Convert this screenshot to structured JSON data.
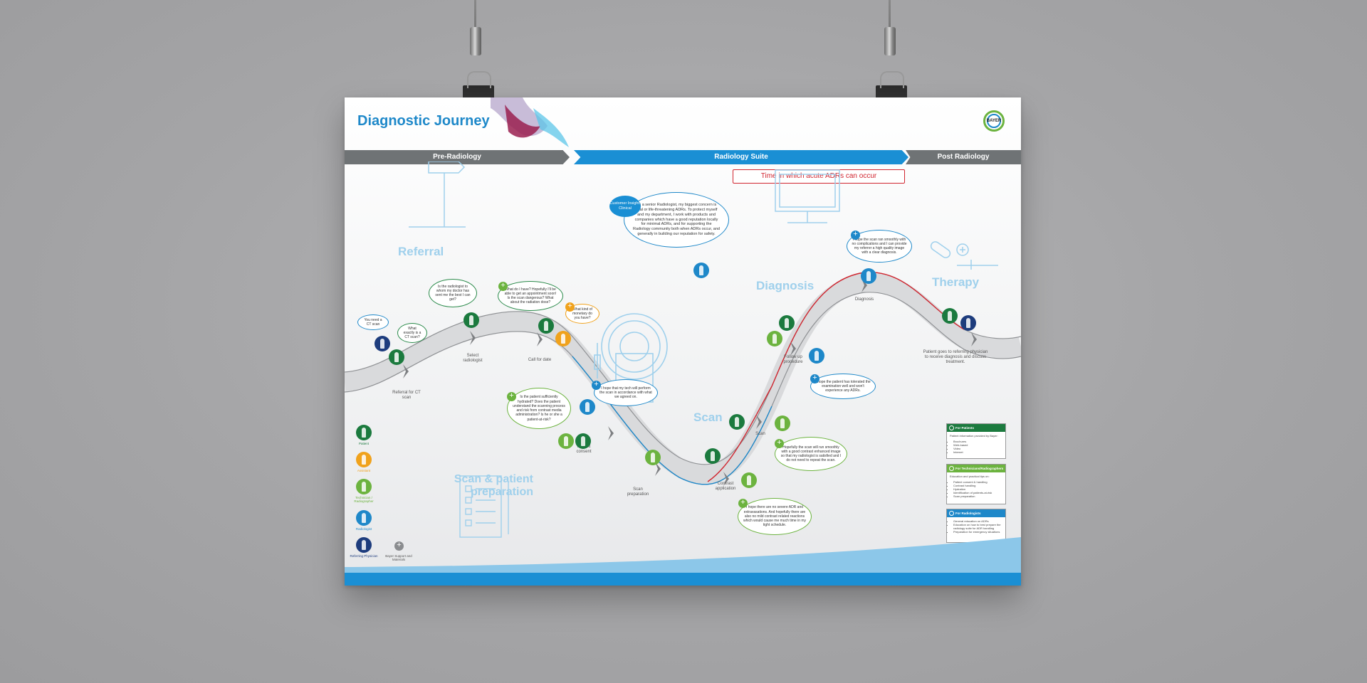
{
  "poster": {
    "title": "Diagnostic Journey",
    "logo_text": "BAYER",
    "phases": {
      "pre": "Pre-Radiology",
      "suite": "Radiology Suite",
      "post": "Post Radiology"
    },
    "adr_label": "Time in which acute ADRs can occur",
    "callout_tag": "Customer Insight: Clinical",
    "callout_text": "As a senior Radiologist, my biggest concern is fatal or life-threatening ADRs. To protect myself and my department, I work with products and companies which have a good reputation locally for minimal ADRs, and for supporting the Radiology community both when ADRs occur, and generally in building our reputation for safety.",
    "stages": {
      "referral": "Referral",
      "scan_prep": "Scan & patient preparation",
      "scan": "Scan",
      "diagnosis": "Diagnosis",
      "therapy": "Therapy"
    },
    "steps": {
      "referral_ct": "Referral for CT scan",
      "select_radiologist": "Select radiologist",
      "call_for_date": "Call for date",
      "patient_consent": "Patient consent",
      "scan_preparation": "Scan preparation",
      "contrast_application": "Contrast application",
      "scan": "Scan",
      "follow_up": "Follow up procedure",
      "diagnosis": "Diagnosis",
      "patient_goes": "Patient goes to referring physician to receive diagnosis and discuss treatment."
    },
    "bubbles": {
      "need_ct": "You need a CT scan",
      "what_ct": "What exactly is a CT scan?",
      "radiologist_best": "Is the radiologist to whom my doctor has sent me the best I can get?",
      "what_do_i_have": "What do I have? Hopefully I'll be able to get an appointment soon! Is the scan dangerous? What about the radiation dose?",
      "what_monetary": "What kind of monetary do you have?",
      "tech_perform": "I hope that my tech will perform the scan in accordance with what we agreed on.",
      "hydrated": "Is the patient sufficiently hydrated? Does the patient understand the scanning process and risk from contrast media administration? Is he or she a patient-at-risk?",
      "good_scan": "Hopefully the scan will run smoothly with a good contrast enhanced image so that my radiologist is satisfied and I do not need to repeat the scan.",
      "no_adr": "I hope there are no severe ADR and extravasations. And hopefully there are also no mild contrast related reactions which would cause me much time in my tight schedule.",
      "tolerated": "I hope the patient has tolerated the examination well and won't experience any ADRs.",
      "smooth_scan": "I hope the scan ran smoothly with no complications and I can provide my referrer a high quality image with a clear diagnosis."
    },
    "legend": {
      "patient": "Patient",
      "assistant": "Assistant",
      "technician": "Technician / Radiographer",
      "radiologist": "Radiologist",
      "referring": "Referring Physician",
      "bayer": "Bayer Support and Materials"
    },
    "cards": {
      "patients": {
        "title": "For Patients",
        "intro": "Patient information provided by Bayer:",
        "items": [
          "Brochures",
          "Web-based",
          "Video",
          "Internet"
        ]
      },
      "techs": {
        "title": "For Technicians/Radiographers",
        "intro": "Education and practical tips on:",
        "items": [
          "Patient consent & handling",
          "Contrast handling",
          "Hydration",
          "Identification of patients-at-risk",
          "Scan preparation"
        ]
      },
      "radiologists": {
        "title": "For Radiologists",
        "items": [
          "General education on ADRs",
          "Education on how to best prepare the radiology suite for ADR handling",
          "Preparation for emergency situations"
        ]
      }
    }
  },
  "colors": {
    "brand_blue": "#1e88c9",
    "bar_gray": "#6f7375",
    "adr_red": "#d1252f",
    "patient_green": "#1b7a3e",
    "tech_green": "#6cb33f",
    "assistant_orange": "#f0a21c",
    "referring_navy": "#1d3c7d"
  }
}
